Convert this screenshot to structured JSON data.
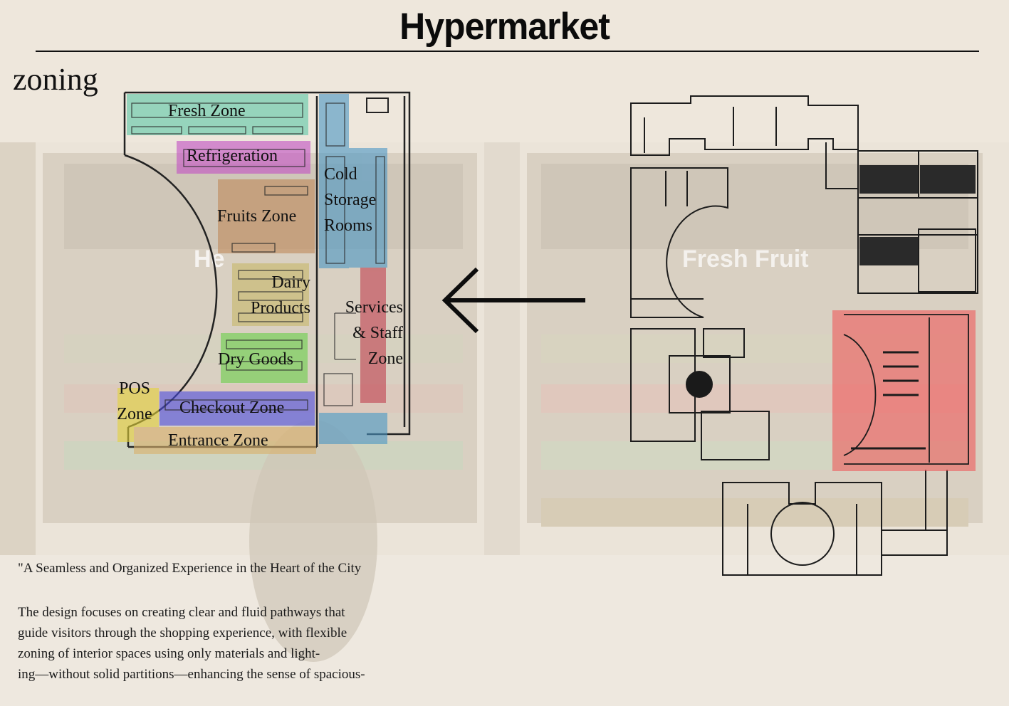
{
  "title": "Hypermarket",
  "section_label": "zoning",
  "background_signs": [
    "He",
    "Fresh Fruit"
  ],
  "zones": [
    {
      "key": "fresh",
      "label": "Fresh Zone",
      "color": "#5cc9a7"
    },
    {
      "key": "refrigeration",
      "label": "Refrigeration",
      "color": "#c24fc4"
    },
    {
      "key": "fruits",
      "label": "Fruits Zone",
      "color": "#c08a5a"
    },
    {
      "key": "cold",
      "label": "Cold\nStorage\nRooms",
      "color": "#4a96c4"
    },
    {
      "key": "dairy",
      "label": "Dairy\nProducts",
      "color": "#c8b869"
    },
    {
      "key": "services",
      "label": "Services\n& Staff\nZone",
      "color": "#c0404f"
    },
    {
      "key": "dry",
      "label": "Dry Goods",
      "color": "#6bcf4a"
    },
    {
      "key": "pos",
      "label": "POS\nZone",
      "color": "#e4d33a"
    },
    {
      "key": "checkout",
      "label": "Checkout Zone",
      "color": "#4c4ee0"
    },
    {
      "key": "entrance",
      "label": "Entrance Zone",
      "color": "#d9b06a"
    }
  ],
  "highlight_color": "#ee5a5a",
  "quote": "\"A Seamless and Organized Experience in the Heart of the City",
  "description": "The design focuses on creating clear and fluid pathways that\nguide visitors through the shopping experience, with flexible\nzoning of interior spaces using only materials and light-\ning—without solid partitions—enhancing the sense of spacious-"
}
